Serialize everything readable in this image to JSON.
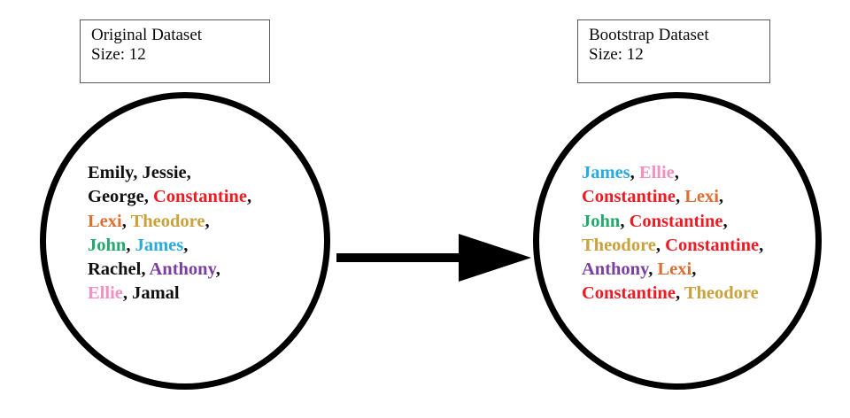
{
  "diagram": {
    "type": "bootstrap-resampling-illustration",
    "arrow": {
      "icon": "right-arrow-icon",
      "direction": "right",
      "color": "#000000"
    },
    "palette": {
      "black": "#111111",
      "red": "#ED1C24",
      "orange": "#DD6E33",
      "gold": "#C9A23C",
      "green": "#22A96B",
      "cyan": "#29ABE2",
      "purple": "#7B3FA0",
      "pink": "#F48FC0",
      "circle_stroke": "#000000",
      "box_border": "#595959"
    },
    "left": {
      "caption": {
        "title": "Original Dataset",
        "size_label": "Size: 12"
      },
      "names": [
        [
          {
            "text": "Emily",
            "color": "#111111"
          },
          {
            "text": "Jessie",
            "color": "#111111"
          }
        ],
        [
          {
            "text": "George",
            "color": "#111111"
          },
          {
            "text": "Constantine",
            "color": "#ED1C24"
          }
        ],
        [
          {
            "text": "Lexi",
            "color": "#DD6E33"
          },
          {
            "text": "Theodore",
            "color": "#C9A23C"
          }
        ],
        [
          {
            "text": "John",
            "color": "#22A96B"
          },
          {
            "text": "James",
            "color": "#29ABE2"
          }
        ],
        [
          {
            "text": "Rachel",
            "color": "#111111"
          },
          {
            "text": "Anthony",
            "color": "#7B3FA0"
          }
        ],
        [
          {
            "text": "Ellie",
            "color": "#F48FC0"
          },
          {
            "text": "Jamal",
            "color": "#111111"
          }
        ]
      ],
      "last_line_index": 5
    },
    "right": {
      "caption": {
        "title": "Bootstrap Dataset",
        "size_label": "Size: 12"
      },
      "names": [
        [
          {
            "text": "James",
            "color": "#29ABE2"
          },
          {
            "text": "Ellie",
            "color": "#F48FC0"
          }
        ],
        [
          {
            "text": "Constantine",
            "color": "#ED1C24"
          },
          {
            "text": "Lexi",
            "color": "#DD6E33"
          }
        ],
        [
          {
            "text": "John",
            "color": "#22A96B"
          },
          {
            "text": "Constantine",
            "color": "#ED1C24"
          }
        ],
        [
          {
            "text": "Theodore",
            "color": "#C9A23C"
          },
          {
            "text": "Constantine",
            "color": "#ED1C24"
          }
        ],
        [
          {
            "text": "Anthony",
            "color": "#7B3FA0"
          },
          {
            "text": "Lexi",
            "color": "#DD6E33"
          }
        ],
        [
          {
            "text": "Constantine",
            "color": "#ED1C24"
          },
          {
            "text": "Theodore",
            "color": "#C9A23C"
          }
        ]
      ],
      "last_line_index": 5
    }
  }
}
